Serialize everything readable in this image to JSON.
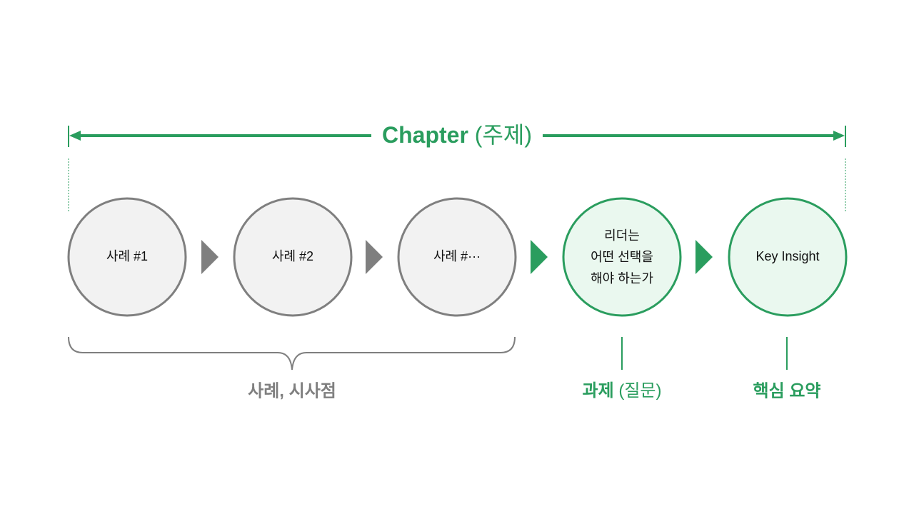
{
  "colors": {
    "green": "#2a9d5e",
    "gray": "#7f7f7f",
    "gray_fill": "#f2f2f2",
    "green_fill": "#eaf8ef"
  },
  "chapter": {
    "title": "Chapter",
    "title_paren": "(주제)"
  },
  "nodes": [
    {
      "lines": [
        "사례 #1"
      ]
    },
    {
      "lines": [
        "사례 #2"
      ]
    },
    {
      "lines": [
        "사례 #···"
      ]
    },
    {
      "lines": [
        "리더는",
        "어떤 선택을",
        "해야 하는가"
      ]
    },
    {
      "lines": [
        "Key Insight"
      ]
    }
  ],
  "labels": {
    "cases": "사례, 시사점",
    "task": "과제",
    "task_paren": "(질문)",
    "summary": "핵심 요약"
  }
}
